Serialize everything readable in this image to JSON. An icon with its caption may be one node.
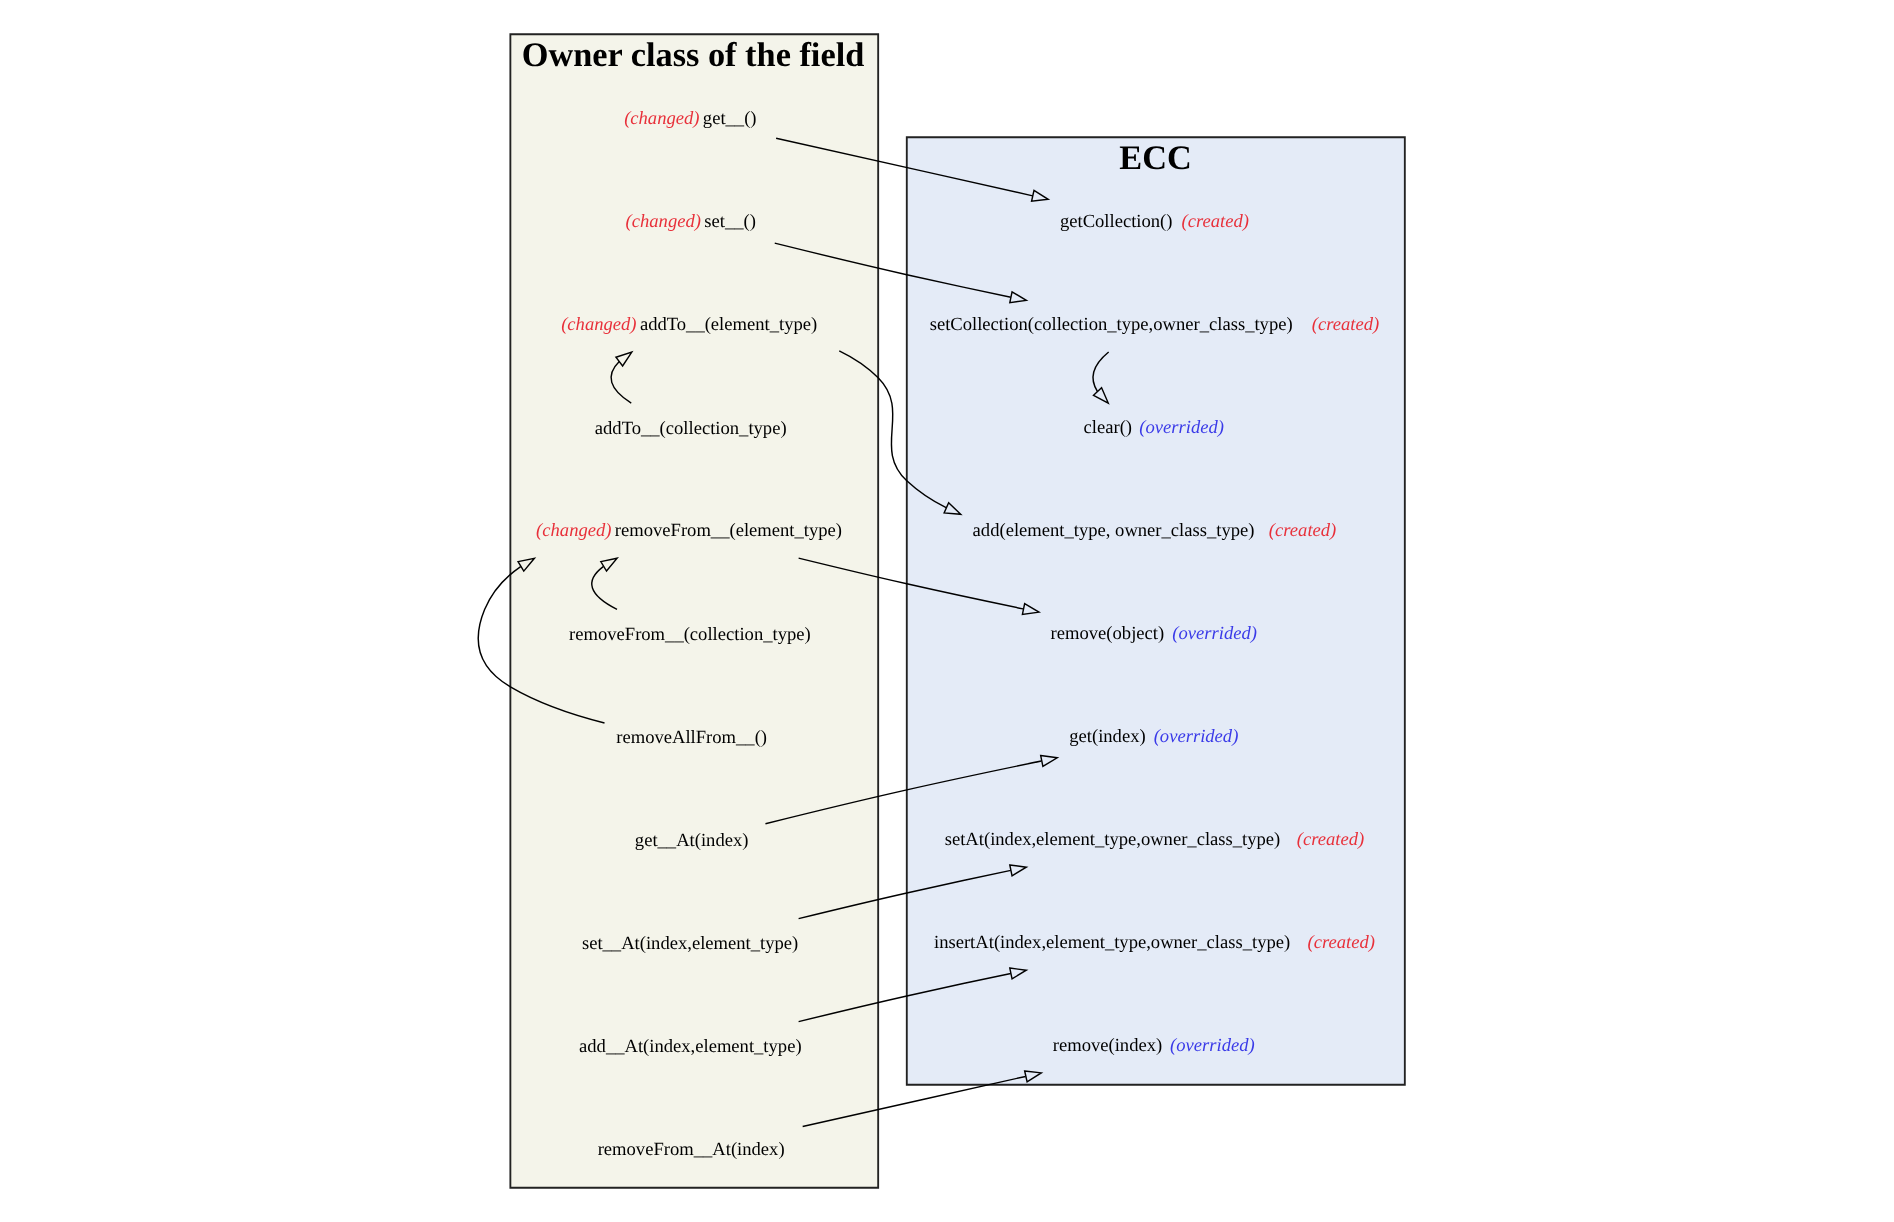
{
  "diagram": {
    "nodes": [
      {
        "text": [
          "Owner class of the field"
        ]
      },
      {
        "text": [
          "ECC"
        ]
      },
      {
        "text": [
          "get__()"
        ],
        "in": 0,
        "beside": [
          "(changed)"
        ]
      },
      {
        "text": [
          "set__()"
        ],
        "in": 0,
        "beside": [
          "(changed)"
        ]
      },
      {
        "text": [
          "addTo__(element_type)"
        ],
        "in": 0,
        "beside": [
          "(changed)"
        ]
      },
      {
        "text": [
          "addTo__(collection_type)"
        ],
        "in": 0
      },
      {
        "text": [
          "removeFrom__(element_type)"
        ],
        "in": 0,
        "beside": [
          "(changed)"
        ]
      },
      {
        "text": [
          "removeFrom__(collection_type)"
        ],
        "in": 0
      },
      {
        "text": [
          "removeAllFrom__()"
        ],
        "in": 0
      },
      {
        "text": [
          "get__At(index)"
        ],
        "in": 0
      },
      {
        "text": [
          "set__At(index,element_type)"
        ],
        "in": 0
      },
      {
        "text": [
          "add__At(index,element_type)"
        ],
        "in": 0
      },
      {
        "text": [
          "removeFrom__At(index)"
        ],
        "in": 0
      },
      {
        "text": [
          "getCollection()"
        ],
        "in": 1,
        "beside": [
          "(created)"
        ]
      },
      {
        "text": [
          "setCollection(collection_type,owner_class_type)"
        ],
        "in": 1,
        "beside": [
          "(created)"
        ]
      },
      {
        "text": [
          "clear()"
        ],
        "in": 1,
        "beside": [
          "(overrided)"
        ]
      },
      {
        "text": [
          "add(element_type, owner_class_type)"
        ],
        "in": 1,
        "beside": [
          "(created)"
        ]
      },
      {
        "text": [
          "remove(object)"
        ],
        "in": 1,
        "beside": [
          "(overrided)"
        ]
      },
      {
        "text": [
          "get(index)"
        ],
        "in": 1,
        "beside": [
          "(overrided)"
        ]
      },
      {
        "text": [
          "setAt(index,element_type,owner_class_type)"
        ],
        "in": 1,
        "beside": [
          "(created)"
        ]
      },
      {
        "text": [
          "insertAt(index,element_type,owner_class_type)"
        ],
        "in": 1,
        "beside": [
          "(created)"
        ]
      },
      {
        "text": [
          "remove(index)"
        ],
        "in": 1,
        "beside": [
          "(overrided)"
        ]
      }
    ],
    "edges": [
      {
        "from": 2,
        "to": 13,
        "arrow": "to"
      },
      {
        "from": 3,
        "to": 14,
        "arrow": "to"
      },
      {
        "from": 14,
        "to": 15,
        "arrow": "to"
      },
      {
        "from": 4,
        "to": 16,
        "arrow": "to"
      },
      {
        "from": 5,
        "to": 4,
        "arrow": "to"
      },
      {
        "from": 6,
        "to": 17,
        "arrow": "to"
      },
      {
        "from": 7,
        "to": 6,
        "arrow": "to"
      },
      {
        "from": 8,
        "to": 6,
        "arrow": "to"
      },
      {
        "from": 9,
        "to": 18,
        "arrow": "to"
      },
      {
        "from": 10,
        "to": 19,
        "arrow": "to"
      },
      {
        "from": 11,
        "to": 20,
        "arrow": "to"
      },
      {
        "from": 12,
        "to": 21,
        "arrow": "to"
      }
    ]
  }
}
